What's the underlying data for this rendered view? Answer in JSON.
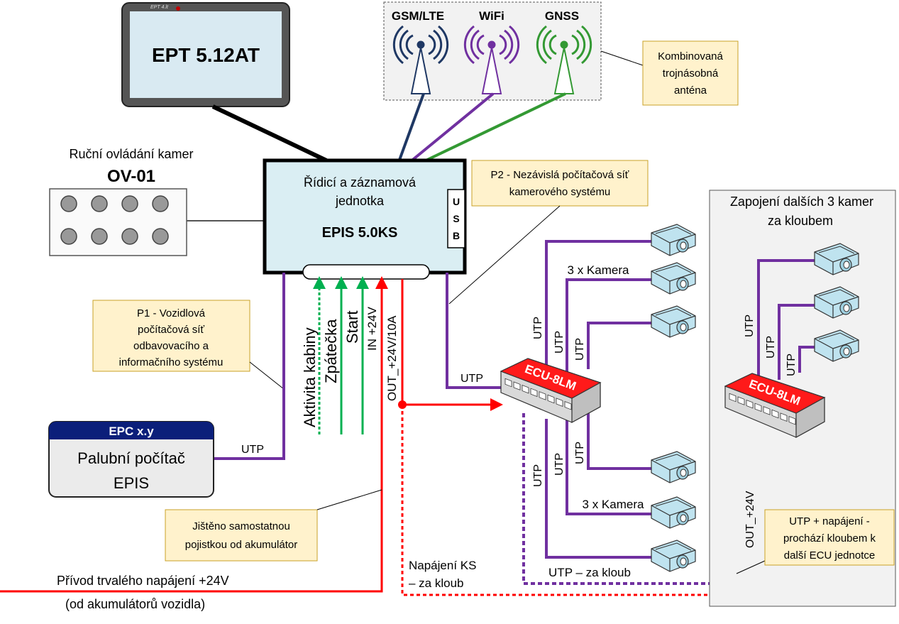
{
  "tablet": {
    "brand": "EPT 4.lt",
    "model": "EPT 5.12AT"
  },
  "antenna": {
    "labels": [
      "GSM/LTE",
      "WiFi",
      "GNSS"
    ],
    "note": [
      "Kombinovaná",
      "trojnásobná",
      "anténa"
    ],
    "colors": {
      "gsm": "#1f3864",
      "wifi": "#7030a0",
      "gnss": "#339933"
    }
  },
  "control_panel": {
    "title": "Ruční ovládání kamer",
    "model": "OV-01"
  },
  "main_unit": {
    "line1": "Řídicí a záznamová",
    "line2": "jednotka",
    "model": "EPIS 5.0KS",
    "usb": [
      "U",
      "S",
      "B"
    ]
  },
  "p1_note": [
    "P1 - Vozidlová",
    "počítačová síť",
    "odbavovacího a",
    "informačního systému"
  ],
  "p2_note": [
    "P2 - Nezávislá počítačová síť",
    "kamerového systému"
  ],
  "signals": [
    "Aktivita kabiny",
    "Zpátečka",
    "Start",
    "IN +24V",
    "OUT_+24V/10A"
  ],
  "epc": {
    "header": "EPC x.y",
    "line1": "Palubní počítač",
    "line2": "EPIS"
  },
  "fuse_note": [
    "Jištěno samostatnou",
    "pojistkou od akumulátor"
  ],
  "power_in": [
    "Přívod trvalého napájení +24V",
    "(od akumulátorů vozidla)"
  ],
  "ks_power": [
    "Napájení KS",
    "– za kloub"
  ],
  "switch_label": "ECU-8LM",
  "utp": "UTP",
  "camera_group": "3 x Kamera",
  "utp_joint": "UTP – za kloub",
  "joint_section": [
    "Zapojení dalších 3 kamer",
    "za kloubem"
  ],
  "out24": "OUT_+24V",
  "utp_power_note": [
    "UTP + napájení -",
    "prochází kloubem k",
    "další ECU jednotce"
  ],
  "colors": {
    "purple": "#7030a0",
    "red": "#ff0000",
    "green": "#00b050",
    "note_bg": "#fff2cc",
    "note_border": "#c9a227",
    "unit_bg": "#daeef3",
    "epc_header": "#0b1f7a",
    "switch_red": "#ff1010"
  }
}
